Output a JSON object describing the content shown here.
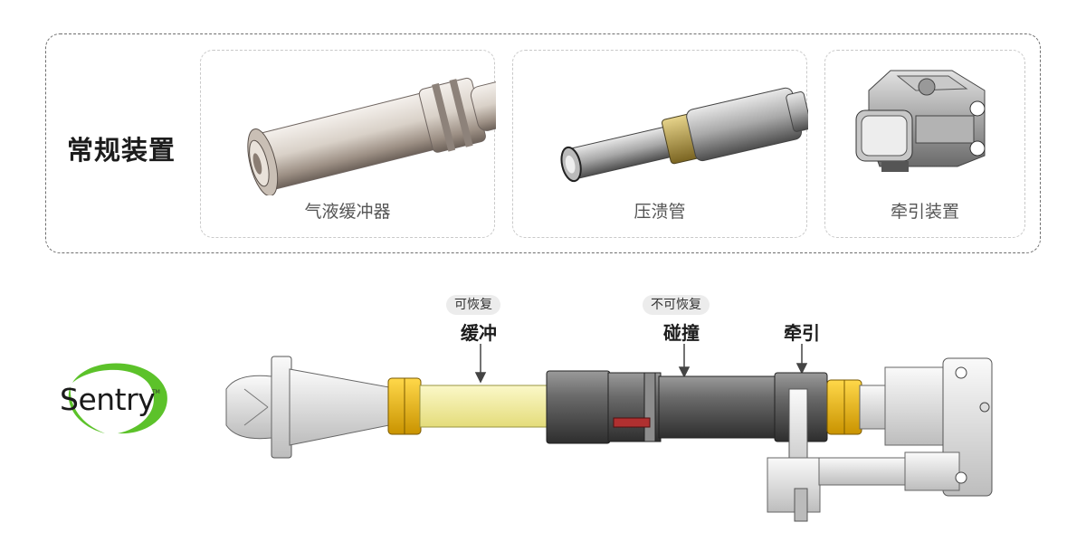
{
  "panel": {
    "title": "常规装置",
    "cards": [
      {
        "label": "气液缓冲器",
        "icon": "gas-hydraulic-buffer-icon"
      },
      {
        "label": "压溃管",
        "icon": "crush-tube-icon"
      },
      {
        "label": "牵引装置",
        "icon": "traction-device-icon"
      }
    ]
  },
  "logo": {
    "text": "Sentry",
    "tm": "TM",
    "accent": "#5cc22a"
  },
  "assembly": {
    "zones": [
      {
        "tag": "可恢复",
        "label": "缓冲"
      },
      {
        "tag": "不可恢复",
        "label": "碰撞"
      },
      {
        "tag": "",
        "label": "牵引"
      }
    ]
  },
  "colors": {
    "coupler": "#f2c21b",
    "buffer_tube": "#f6f3a8",
    "body": "#5a5a5a",
    "dashed": "#6f6f6f"
  }
}
